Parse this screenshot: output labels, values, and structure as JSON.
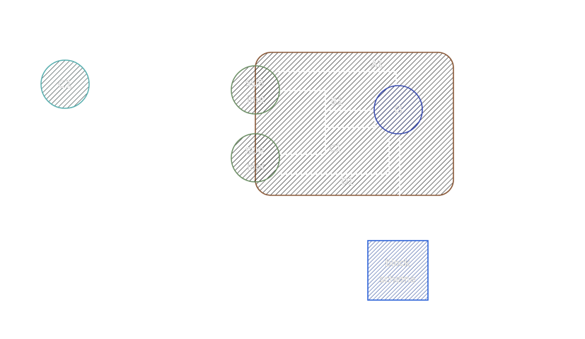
{
  "nodes": {
    "c_left": {
      "label": "C1",
      "color": "#5ab0b0"
    },
    "s1": {
      "label_lines": [
        "SUB",
        "inpt"
      ],
      "color": "#6d8f66"
    },
    "s2": {
      "label_lines": [
        "SUB",
        "inpt"
      ],
      "color": "#6d8f66"
    },
    "g": {
      "label": "G",
      "color": "#3d4fb0"
    },
    "box": {
      "label_lines": [
        "block",
        "scheme"
      ],
      "color": "#2f64d8"
    }
  },
  "group": {
    "color": "#8a5a3a"
  },
  "edge_labels": {
    "top": "A1",
    "mid": "B1",
    "inner": "C1",
    "bottom": "D1"
  }
}
